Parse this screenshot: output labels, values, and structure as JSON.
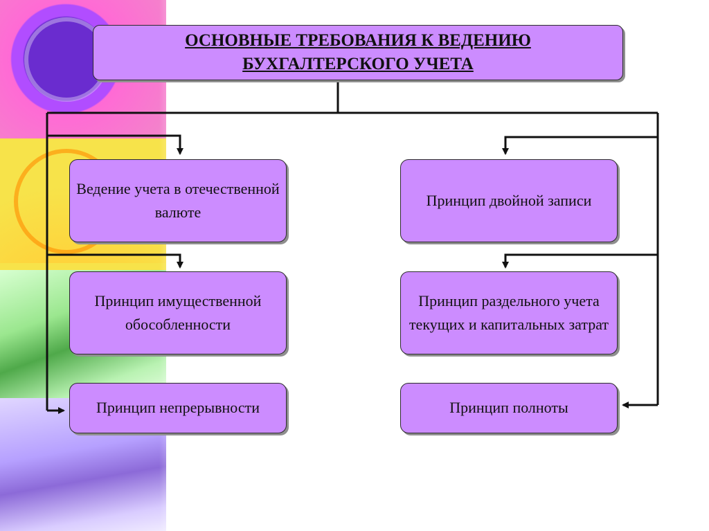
{
  "title": {
    "line1": "ОСНОВНЫЕ ТРЕБОВАНИЯ К ВЕДЕНИЮ",
    "line2": "БУХГАЛТЕРСКОГО УЧЕТА"
  },
  "left_items": [
    {
      "text": "Ведение учета в отечественной валюте"
    },
    {
      "text": "Принцип имущественной обособленности"
    },
    {
      "text": "Принцип непрерывности"
    }
  ],
  "right_items": [
    {
      "text": "Принцип двойной записи"
    },
    {
      "text": "Принцип раздельного учета текущих и капитальных затрат"
    },
    {
      "text": "Принцип полноты"
    }
  ],
  "colors": {
    "box_fill": "#cc8cff",
    "box_border": "#2b2b2b",
    "connector": "#111111"
  }
}
